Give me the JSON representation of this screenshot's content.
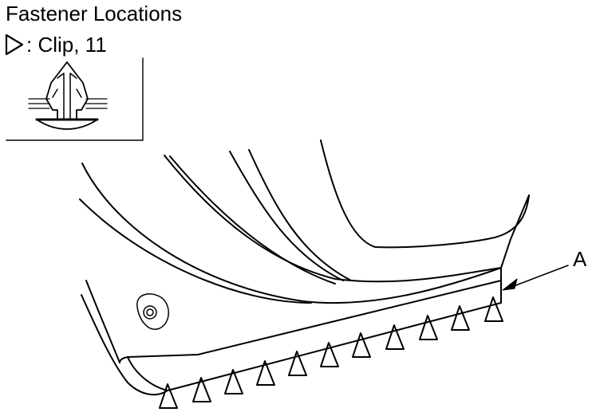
{
  "header": {
    "title": "Fastener Locations"
  },
  "legend": {
    "icon": "triangle-outline-icon",
    "text": ": Clip, 11"
  },
  "callout": {
    "label": "A"
  },
  "clip_count": 11,
  "colors": {
    "line": "#000000",
    "background": "#ffffff"
  }
}
